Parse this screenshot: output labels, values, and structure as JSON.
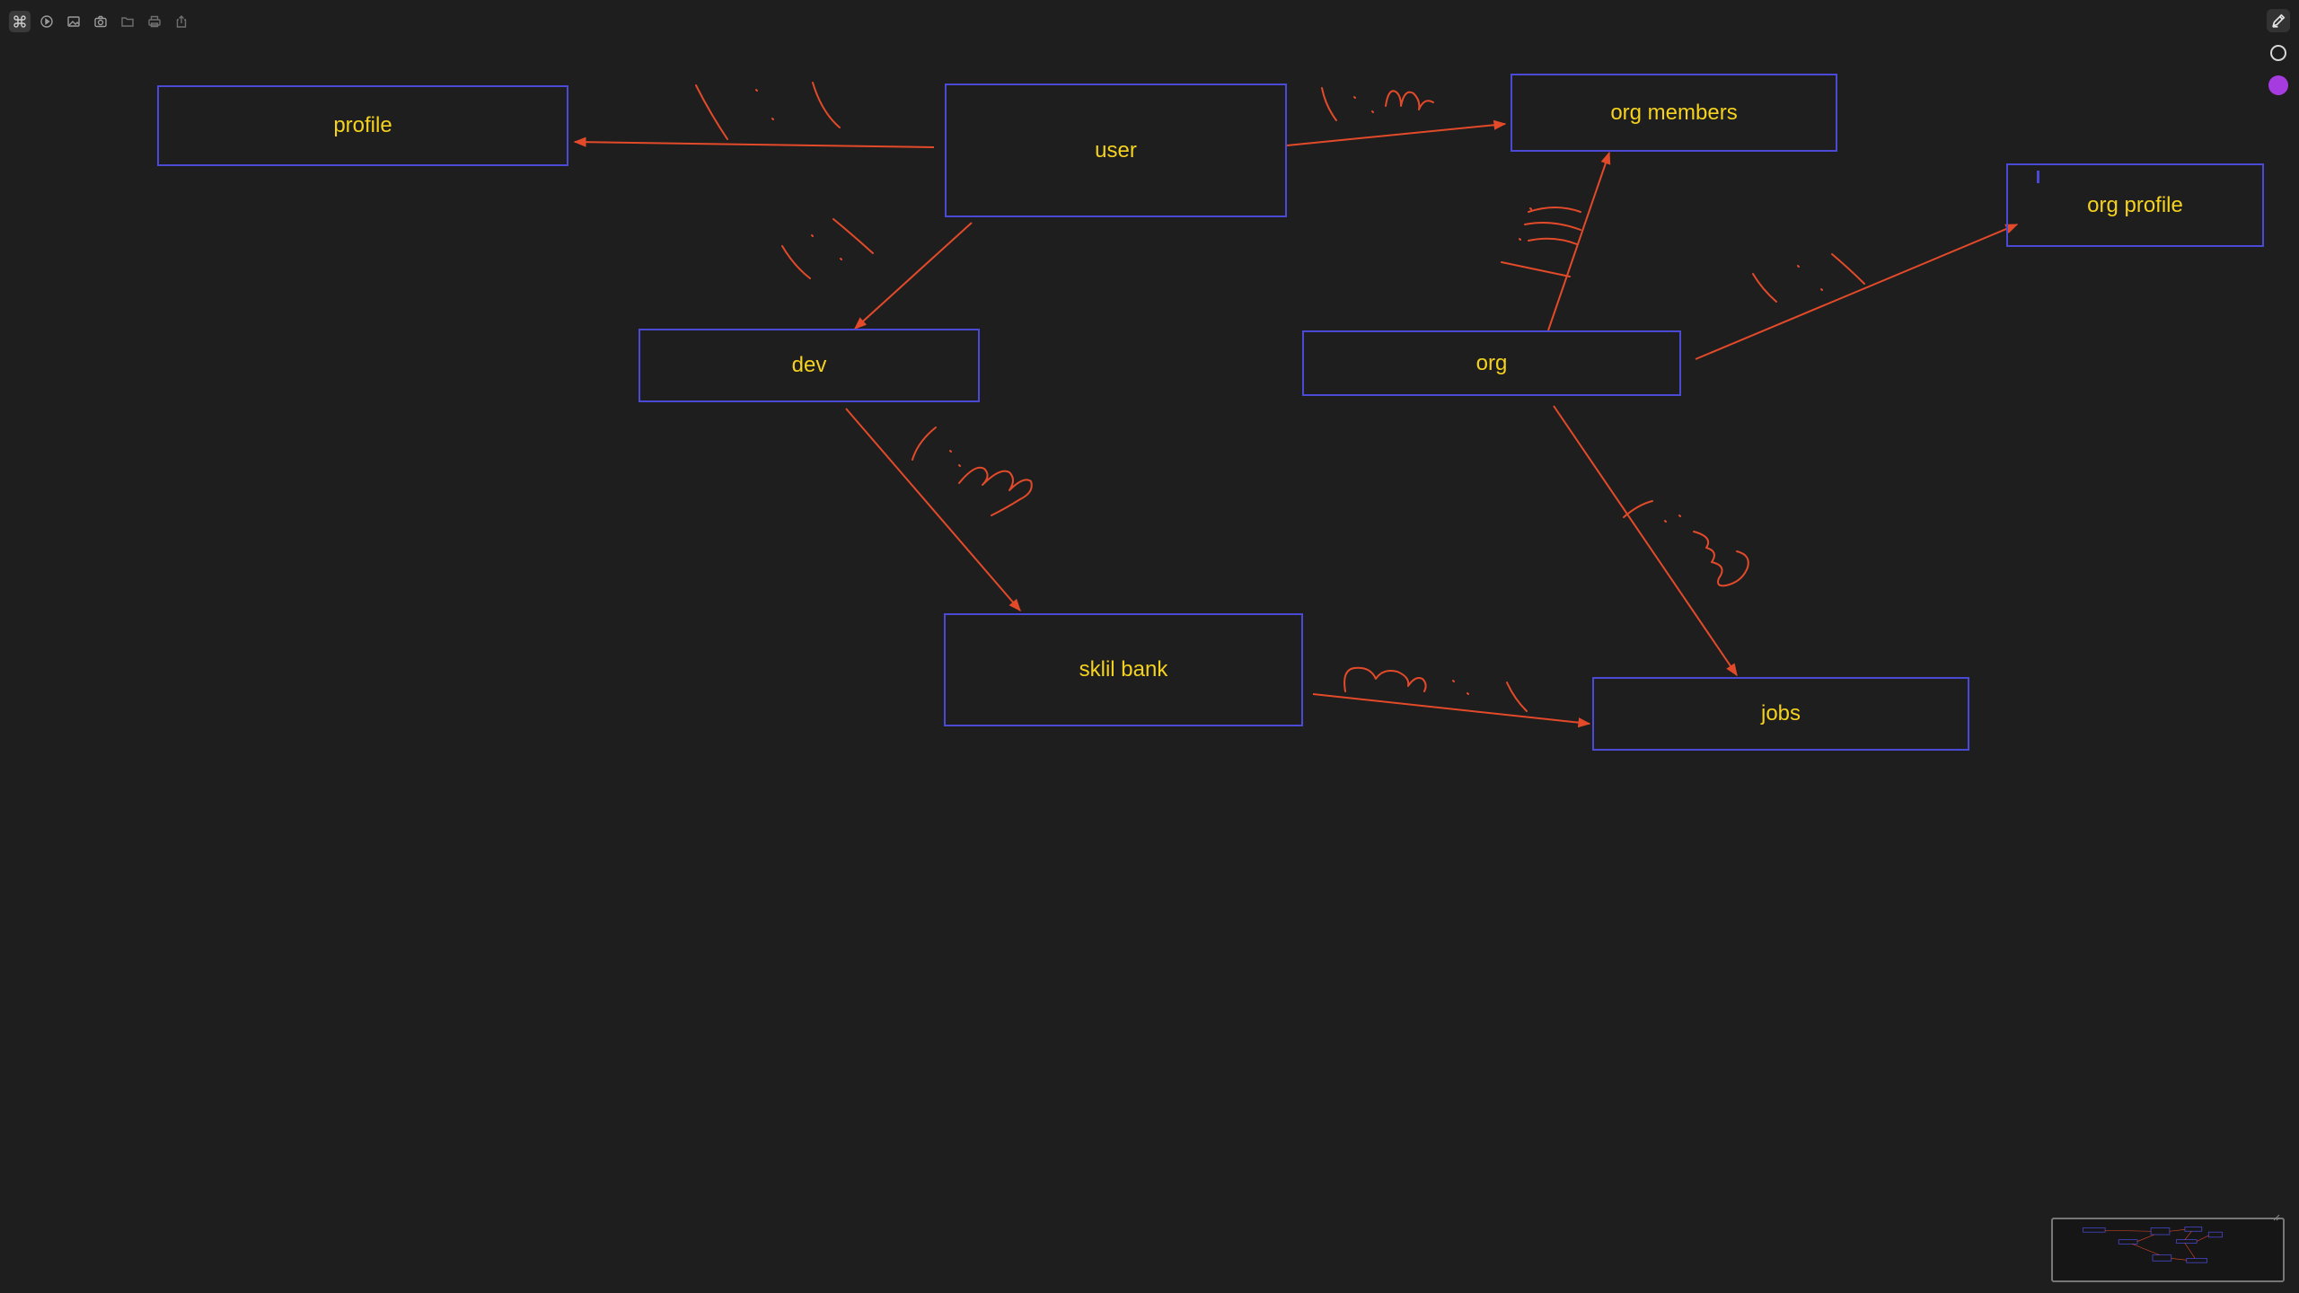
{
  "app": {
    "accent_color": "#a63be0",
    "arrow_color": "#e34a2a",
    "node_border_color": "#4a4ad6",
    "label_color": "#f5d21f"
  },
  "toolbar": {
    "items": [
      {
        "name": "command-icon",
        "active": true
      },
      {
        "name": "play-icon"
      },
      {
        "name": "image-icon"
      },
      {
        "name": "camera-icon"
      },
      {
        "name": "folder-icon"
      },
      {
        "name": "print-icon"
      },
      {
        "name": "share-icon"
      }
    ]
  },
  "right_tools": {
    "items": [
      {
        "name": "pen-icon"
      },
      {
        "name": "stroke-color-ring"
      },
      {
        "name": "fill-color-purple"
      }
    ]
  },
  "nodes": {
    "profile": {
      "label": "profile"
    },
    "user": {
      "label": "user"
    },
    "org_members": {
      "label": "org members"
    },
    "org_profile": {
      "label": "org profile"
    },
    "dev": {
      "label": "dev"
    },
    "org": {
      "label": "org"
    },
    "skill_bank": {
      "label": "sklil bank"
    },
    "jobs": {
      "label": "jobs"
    }
  },
  "relations": [
    {
      "from": "user",
      "to": "profile",
      "annotation": "1 : 1"
    },
    {
      "from": "user",
      "to": "org members",
      "annotation": "1 : m"
    },
    {
      "from": "user",
      "to": "dev",
      "annotation": "1 : 1"
    },
    {
      "from": "org",
      "to": "org members",
      "annotation": "1 : m"
    },
    {
      "from": "org",
      "to": "org profile",
      "annotation": "1 : 1"
    },
    {
      "from": "dev",
      "to": "sklil bank",
      "annotation": "1 : m"
    },
    {
      "from": "org",
      "to": "jobs",
      "annotation": "1 : m"
    },
    {
      "from": "sklil bank",
      "to": "jobs",
      "annotation": "m : 1"
    }
  ]
}
